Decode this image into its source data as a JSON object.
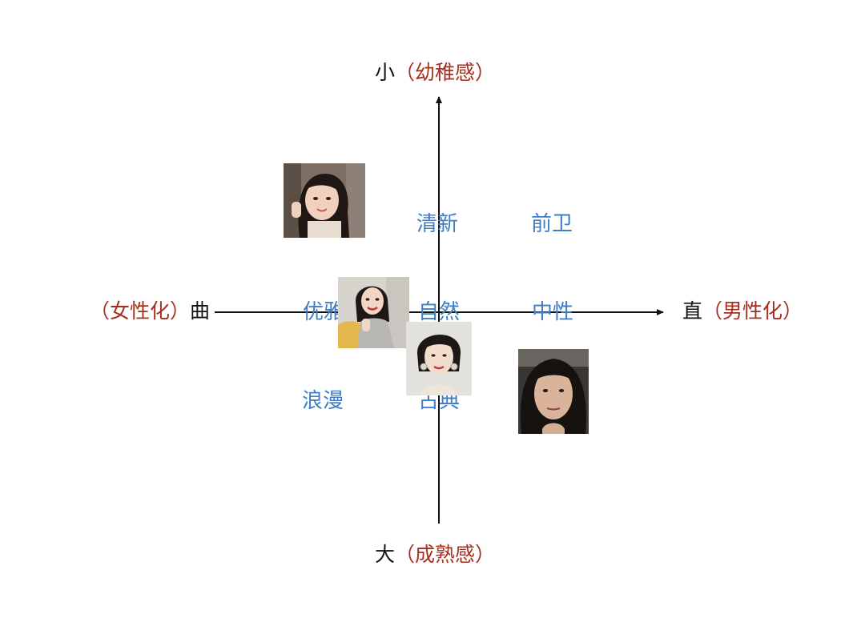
{
  "axes": {
    "top": {
      "main": "小",
      "sub": "（幼稚感）"
    },
    "bottom": {
      "main": "大",
      "sub": "（成熟感）"
    },
    "left": {
      "main": "曲",
      "sub": "（女性化）"
    },
    "right": {
      "main": "直",
      "sub": "（男性化）"
    }
  },
  "style_terms": {
    "qingxin": "清新",
    "qianwei": "前卫",
    "youya": "优雅",
    "ziran": "自然",
    "zhongxing": "中性",
    "langman": "浪漫",
    "gudian": "古典"
  },
  "colors": {
    "axis_text": "#111111",
    "axis_sub_text": "#a5301f",
    "style_term_text": "#3f7ec4",
    "axis_line": "#111111"
  },
  "photos": [
    {
      "icon": "portrait-photo-young-woman-indoor"
    },
    {
      "icon": "portrait-photo-woman-holding-guitar"
    },
    {
      "icon": "portrait-photo-woman-earrings"
    },
    {
      "icon": "portrait-photo-woman-selfie"
    }
  ]
}
